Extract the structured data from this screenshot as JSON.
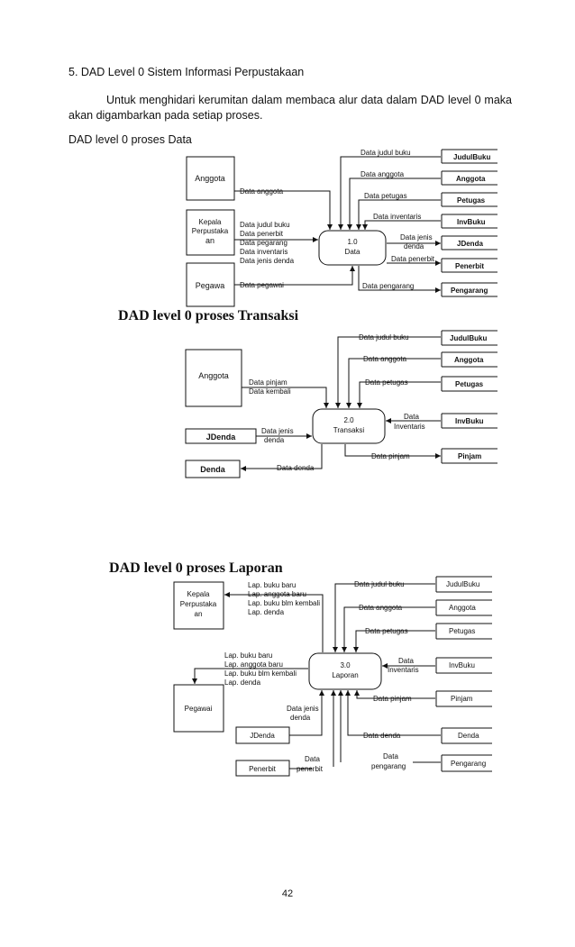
{
  "heading": "5. DAD Level 0 Sistem Informasi  Perpustakaan",
  "paragraph": "Untuk menghidari kerumitan dalam membaca alur data dalam DAD level 0 maka akan digambarkan pada setiap proses.",
  "subheading_data": "DAD level  0 proses Data",
  "diagram1": {
    "entities": {
      "anggota": "Anggota",
      "kepala": [
        "Kepala",
        "Perpustaka",
        "an"
      ],
      "pegawa": "Pegawa"
    },
    "process": [
      "1.0",
      "Data"
    ],
    "stores": [
      "JudulBuku",
      "Anggota",
      "Petugas",
      "InvBuku",
      "JDenda",
      "Penerbit",
      "Pengarang"
    ],
    "flows": {
      "anggota": "Data anggota",
      "kepala": [
        "Data judul buku",
        "Data penerbit",
        "Data pegarang",
        "Data inventaris",
        "Data jenis denda"
      ],
      "pegawai": "Data pegawai",
      "s_judul": "Data judul buku",
      "s_anggota": "Data anggota",
      "s_petugas": "Data petugas",
      "s_inv": "Data inventaris",
      "s_jdenda": [
        "Data jenis",
        "denda"
      ],
      "s_penerbit": "Data penerbit",
      "s_pengarang": "Data pengarang"
    }
  },
  "diagram2": {
    "title": "DAD level 0 proses Transaksi",
    "entities": {
      "anggota": "Anggota",
      "jdenda": "JDenda",
      "denda": "Denda"
    },
    "process": [
      "2.0",
      "Transaksi"
    ],
    "stores": [
      "JudulBuku",
      "Anggota",
      "Petugas",
      "InvBuku",
      "Pinjam"
    ],
    "flows": {
      "anggota": [
        "Data pinjam",
        "Data kembali"
      ],
      "jdenda": [
        "Data jenis",
        "denda"
      ],
      "denda": "Data denda",
      "s_judul": "Data judul buku",
      "s_anggota": "Data anggota",
      "s_petugas": "Data petugas",
      "s_inv": [
        "Data",
        "Inventaris"
      ],
      "s_pinjam": "Data pinjam"
    }
  },
  "diagram3": {
    "title": "DAD level 0 proses Laporan",
    "entities": {
      "kepala": [
        "Kepala",
        "Perpustaka",
        "an"
      ],
      "pegawai": "Pegawai",
      "jdenda": "JDenda",
      "penerbit": "Penerbit"
    },
    "process": [
      "3.0",
      "Laporan"
    ],
    "stores": [
      "JudulBuku",
      "Anggota",
      "Petugas",
      "InvBuku",
      "Pinjam",
      "Denda",
      "Pengarang"
    ],
    "flows": {
      "kepala": [
        "Lap. buku baru",
        "Lap. anggota baru",
        "Lap. buku blm kembali",
        "Lap. denda"
      ],
      "pegawai": [
        "Lap. buku baru",
        "Lap. anggota baru",
        "Lap. buku blm kembali",
        "Lap. denda"
      ],
      "jdenda": [
        "Data jenis",
        "denda"
      ],
      "penerbit": [
        "Data",
        "penerbit"
      ],
      "s_judul": "Data judul buku",
      "s_anggota": "Data anggota",
      "s_petugas": "Data petugas",
      "s_inv": [
        "Data",
        "Inventaris"
      ],
      "s_pinjam": "Data pinjam",
      "s_denda": "Data denda",
      "s_pengarang": [
        "Data",
        "pengarang"
      ]
    }
  },
  "page_number": "42"
}
